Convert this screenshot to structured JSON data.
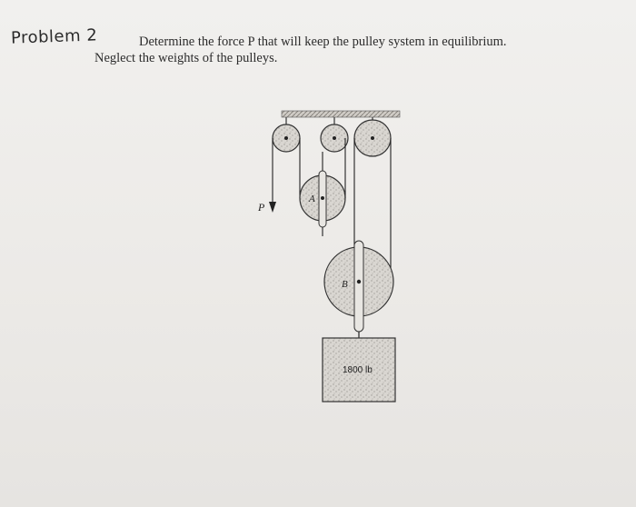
{
  "problem": {
    "handwritten_label": "Problem 2",
    "statement_line1": "Determine the force P that will keep the pulley system in equilibrium.",
    "statement_line2": "Neglect the weights of the pulleys."
  },
  "figure": {
    "force_label": "P",
    "pulley_a_label": "A",
    "pulley_b_label": "B",
    "load_label": "1800 lb"
  },
  "colors": {
    "ink": "#2a2a2a",
    "paper": "#ecebe8",
    "stipple": "#b9b6b1"
  }
}
